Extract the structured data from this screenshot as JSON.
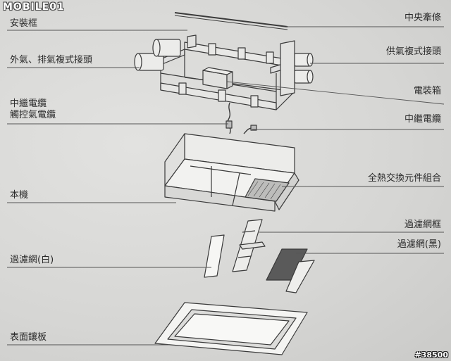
{
  "watermark": {
    "logo": "MOBILE01",
    "stamp": "#38500"
  },
  "labels": {
    "install_frame": "安裝框",
    "outside_exhaust_connector": "外氣、排氣複式接頭",
    "relay_cable_touch": "中繼電纜\n觸控氣電纜",
    "main_unit": "本機",
    "filter_white": "過濾網(白)",
    "face_panel": "表面鑲板",
    "center_pull_rod": "中央牽條",
    "supply_connector": "供氣複式接頭",
    "electrical_box": "電裝箱",
    "relay_cable": "中繼電纜",
    "heat_exchange_assembly": "全熱交換元件組合",
    "filter_frame": "過濾網框",
    "filter_black": "過濾網(黑)"
  },
  "colors": {
    "line": "#3a3a3a",
    "paper": "#d9d9d7",
    "text": "#2b2b2b"
  }
}
